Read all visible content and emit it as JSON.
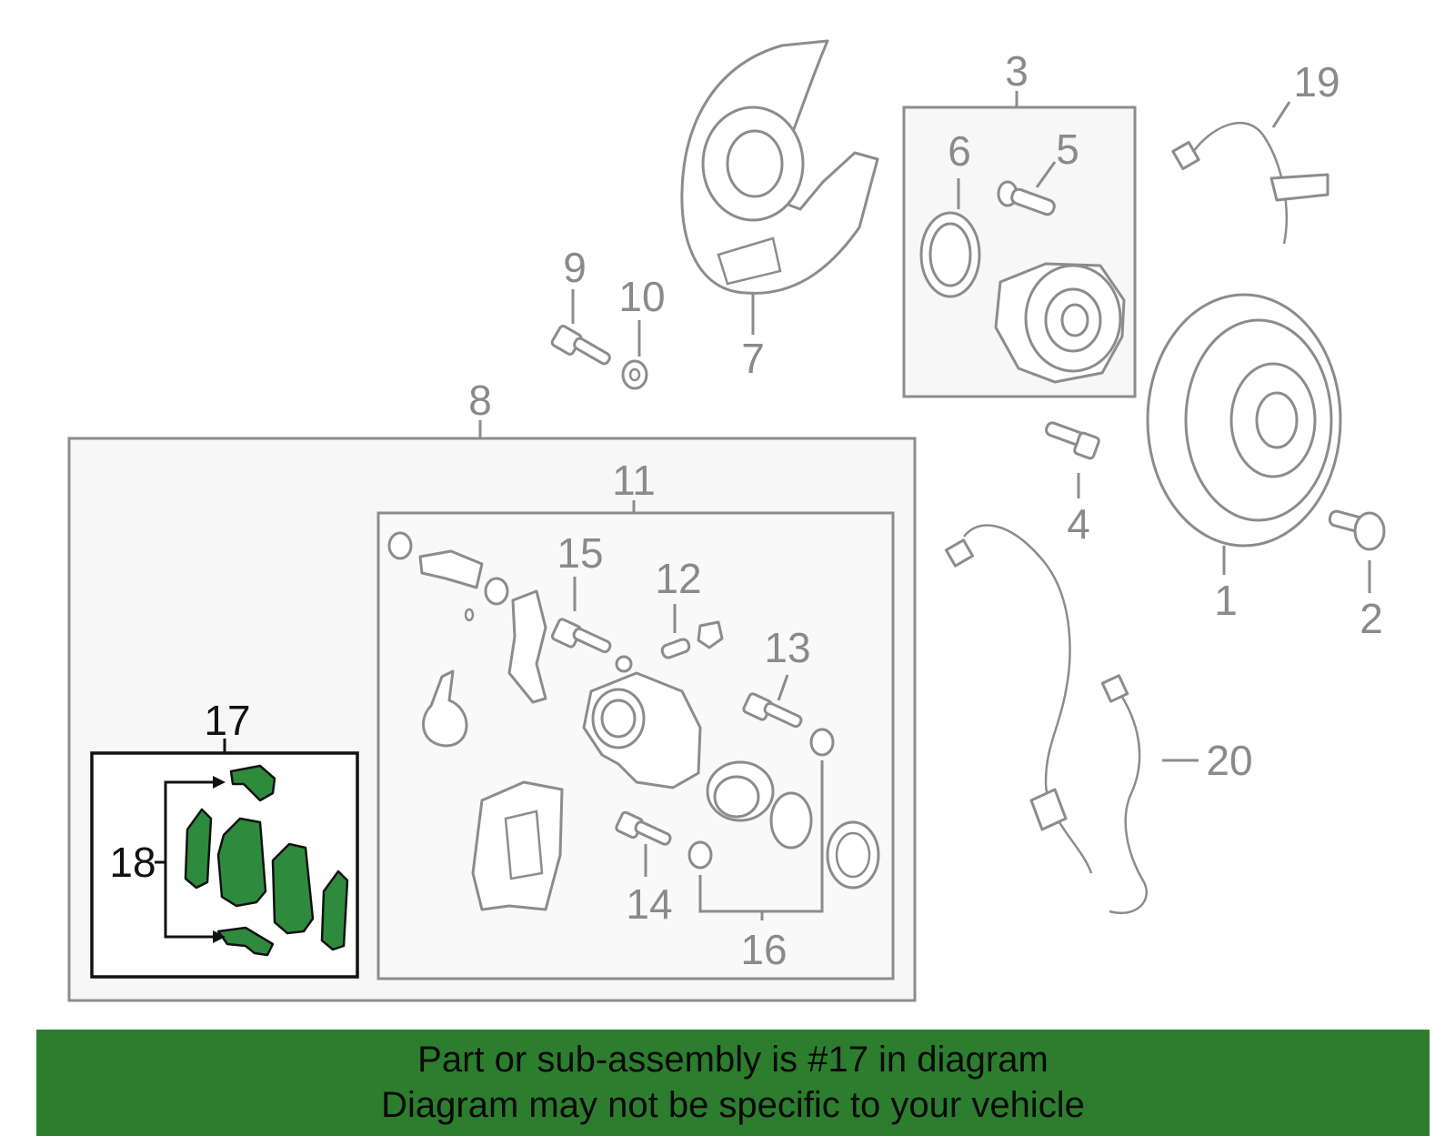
{
  "callouts": {
    "c1": "1",
    "c2": "2",
    "c3": "3",
    "c4": "4",
    "c5": "5",
    "c6": "6",
    "c7": "7",
    "c8": "8",
    "c9": "9",
    "c10": "10",
    "c11": "11",
    "c12": "12",
    "c13": "13",
    "c14": "14",
    "c15": "15",
    "c16": "16",
    "c17": "17",
    "c18": "18",
    "c19": "19",
    "c20": "20"
  },
  "highlight": {
    "part": "17",
    "color": "#2e8b3e"
  },
  "notice": {
    "line1": "Part or sub-assembly is #17 in diagram",
    "line2": "Diagram may not be specific to your vehicle",
    "background": "#2d7d2f"
  }
}
